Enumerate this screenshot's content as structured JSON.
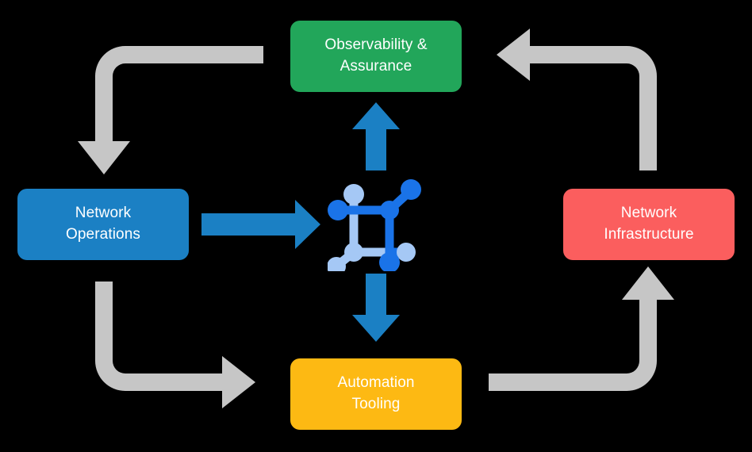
{
  "diagram": {
    "title": "Network automation lifecycle cycle diagram",
    "background_color": "#000000",
    "center_icon": {
      "name": "network-topology-icon",
      "color_dark": "#1a73e8",
      "color_light": "#a5c8f5"
    },
    "nodes": [
      {
        "id": "observability",
        "label": "Observability &\nAssurance",
        "color": "#22a65a",
        "text_color": "#ffffff",
        "position": "top"
      },
      {
        "id": "operations",
        "label": "Network\nOperations",
        "color": "#1b80c4",
        "text_color": "#ffffff",
        "position": "left"
      },
      {
        "id": "infrastructure",
        "label": "Network\nInfrastructure",
        "color": "#fb5e5e",
        "text_color": "#ffffff",
        "position": "right"
      },
      {
        "id": "automation",
        "label": "Automation\nTooling",
        "color": "#fdb913",
        "text_color": "#ffffff",
        "position": "bottom"
      }
    ],
    "connectors": {
      "cycle_color": "#c6c6c6",
      "center_color": "#1b80c4",
      "cycle_arrows": [
        {
          "id": "observability-to-operations",
          "from": "observability",
          "to": "operations",
          "direction": "down"
        },
        {
          "id": "operations-to-automation",
          "from": "operations",
          "to": "automation",
          "direction": "right"
        },
        {
          "id": "automation-to-infrastructure",
          "from": "automation",
          "to": "infrastructure",
          "direction": "up"
        },
        {
          "id": "infrastructure-to-observability",
          "from": "infrastructure",
          "to": "observability",
          "direction": "left"
        }
      ],
      "center_arrows": [
        {
          "id": "operations-to-center",
          "from": "operations",
          "to": "center",
          "direction": "right"
        },
        {
          "id": "center-to-observability",
          "from": "center",
          "to": "observability",
          "direction": "up"
        },
        {
          "id": "center-to-automation",
          "from": "center",
          "to": "automation",
          "direction": "down"
        }
      ]
    }
  }
}
